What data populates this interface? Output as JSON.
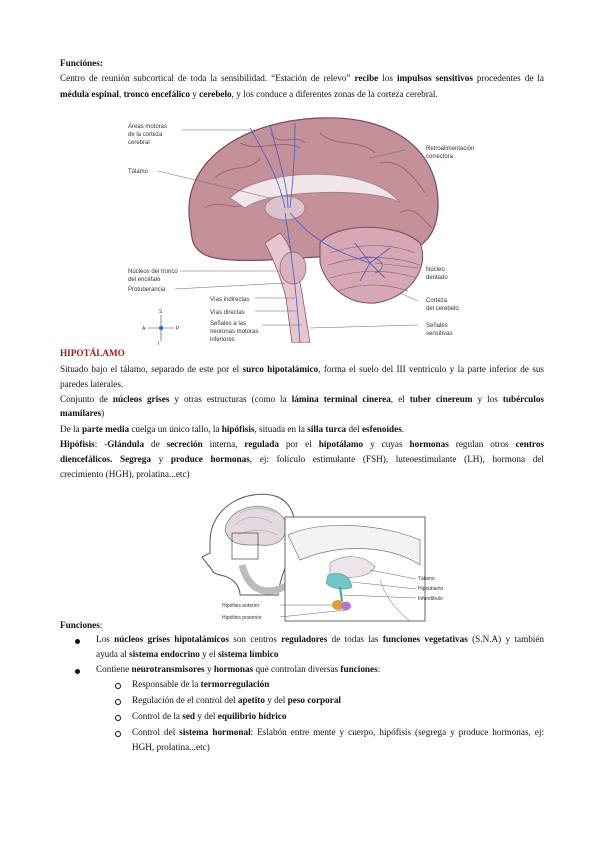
{
  "funciones_top": {
    "heading": "Funciónes:",
    "line1_a": "Centro de reunión subcortical de toda la sensibilidad. “Estación de relevo” ",
    "line1_b": "recibe",
    "line1_c": " los ",
    "line1_d": "impulsos sensitivos",
    "line1_e": " procedentes de la",
    "line2_a": "médula espinal",
    "line2_b": ", ",
    "line2_c": "tronco encefálico",
    "line2_d": " y ",
    "line2_e": "cerebelo",
    "line2_f": ", y los conduce a diferentes zonas de la corteza cerebral."
  },
  "figure1": {
    "labels": {
      "areas": [
        "Áreas motoras",
        "de la corteza",
        "cerebral"
      ],
      "talamo": "Tálamo",
      "nucleos": [
        "Núcleos del tronco",
        "del encéfalo"
      ],
      "protuberancia": "Protuberancia",
      "vias_ind": "Vías indirectas",
      "vias_dir": "Vías directas",
      "senales": [
        "Señales a las",
        "neuronas motoras",
        "inferiores"
      ],
      "retro": [
        "Retroalimentación",
        "correctora"
      ],
      "nucleo_dentado": [
        "Núcleo",
        "dentado"
      ],
      "corteza_cerebelo": [
        "Corteza",
        "del cerebelo"
      ],
      "senales_sens": [
        "Señales",
        "sensitivas"
      ]
    },
    "compass": {
      "s": "S",
      "a": "A",
      "p": "P",
      "i": "I"
    }
  },
  "hipotalamo": {
    "title": "HIPOTÁLAMO",
    "p1_a": "Situado bajo el tálamo, separado de este por el ",
    "p1_b": "surco hipotalámico",
    "p1_c": ", forma el suelo del III ventrículo y la parte inferior de sus",
    "p1_d": "paredes laterales.",
    "p2_a": "Conjunto de ",
    "p2_b": "núcleos grises",
    "p2_c": " y otras estructuras (como la ",
    "p2_d": "lámina terminal cinerea",
    "p2_e": ", el ",
    "p2_f": "tuber cinereum",
    "p2_g": " y los ",
    "p2_h": "tubérculos",
    "p2_i": "mamilares",
    "p2_j": ")",
    "p3_a": "De la ",
    "p3_b": "parte media",
    "p3_c": " cuelga un único tallo, la ",
    "p3_d": "hipófisis",
    "p3_e": ", situada en la ",
    "p3_f": "silla turca",
    "p3_g": " del ",
    "p3_h": "esfenoides",
    "p3_i": ".",
    "p4_a": "Hipófisis",
    "p4_b": ": -",
    "p4_c": "Glándula",
    "p4_d": " de ",
    "p4_e": "secreción",
    "p4_f": " interna, ",
    "p4_g": "regulada",
    "p4_h": " por el ",
    "p4_i": "hipotálamo",
    "p4_j": " y cuyas ",
    "p4_k": "hormonas",
    "p4_l": " regulan otros ",
    "p4_m": "centros",
    "p4_n": "diencefálicos.",
    "p4_o": " ",
    "p4_p": "Segrega",
    "p4_q": " y ",
    "p4_r": "produce hormonas",
    "p4_s": ", ej: folículo estimulante (FSH), luteoestimulante (LH), hormona del",
    "p4_t": "crecimiento (HGH), prolatina...etc)"
  },
  "figure2": {
    "labels": {
      "talamo": "Tálamo",
      "hipotalamo": "Hipotálamo",
      "infundibulo": "Infundíbulo",
      "hip_ant": "Hipófisis anterior",
      "hip_post": "Hipófisis posterior"
    }
  },
  "funciones_bottom": {
    "heading": "Funciones",
    "colon": ":",
    "b1_a": "Los ",
    "b1_b": "núcleos grises hipotalámicos",
    "b1_c": " son centros ",
    "b1_d": "reguladores",
    "b1_e": " de todas las ",
    "b1_f": "funciones vegetativas",
    "b1_g": " (S.N.A) y también",
    "b1_h": "ayuda al ",
    "b1_i": "sistema endocrino",
    "b1_j": " y el ",
    "b1_k": "sistema límbico",
    "b2_a": "Contiene ",
    "b2_b": "neurotransmisores",
    "b2_c": " y ",
    "b2_d": "hormonas",
    "b2_e": " que controlan diversas ",
    "b2_f": "funciones",
    "b2_g": ":",
    "s1_a": "Responsable de la ",
    "s1_b": "termorregulación",
    "s2_a": "Regulación de el control del ",
    "s2_b": "apetito",
    "s2_c": " y del ",
    "s2_d": "peso corporal",
    "s3_a": "Control de la ",
    "s3_b": "sed",
    "s3_c": " y del ",
    "s3_d": "equilibrio hídrico",
    "s4_a": "Control del ",
    "s4_b": "sistema hormonal",
    "s4_c": ": Eslabón entre mente y cuerpo, hipófisis (segrega y produce hormonas, ej:",
    "s4_d": "HGH, prolatina...etc)"
  }
}
